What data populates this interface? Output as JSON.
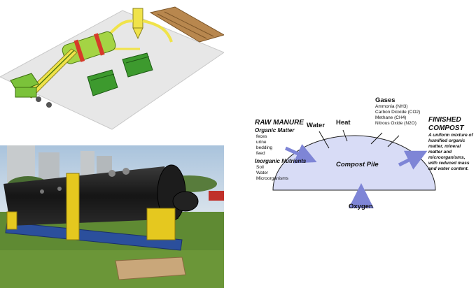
{
  "diagram": {
    "raw_manure": {
      "title": "RAW MANURE",
      "organic_matter_heading": "Organic Matter",
      "organic_items": [
        "feces",
        "urine",
        "bedding",
        "feed"
      ],
      "inorganic_heading": "Inorganic Nutrients",
      "inorganic_items": [
        "Soil",
        "Water",
        "Microorganisms"
      ]
    },
    "water_label": "Water",
    "heat_label": "Heat",
    "gases": {
      "heading": "Gases",
      "items": [
        "Ammonia (NH3)",
        "Carbon Dioxide (CO2)",
        "Methane (CH4)",
        "Nitrous Oxide (N2O)"
      ]
    },
    "finished": {
      "title_line1": "FINISHED",
      "title_line2": "COMPOST",
      "description": "A uniform mixture of humified organic matter, mineral matter and microorganisms, with reduced mass and water content."
    },
    "pile_label": "Compost Pile",
    "oxygen_label": "Oxygen",
    "colors": {
      "pile": "#d8dcf6",
      "arrow": "#7e85d6"
    }
  }
}
